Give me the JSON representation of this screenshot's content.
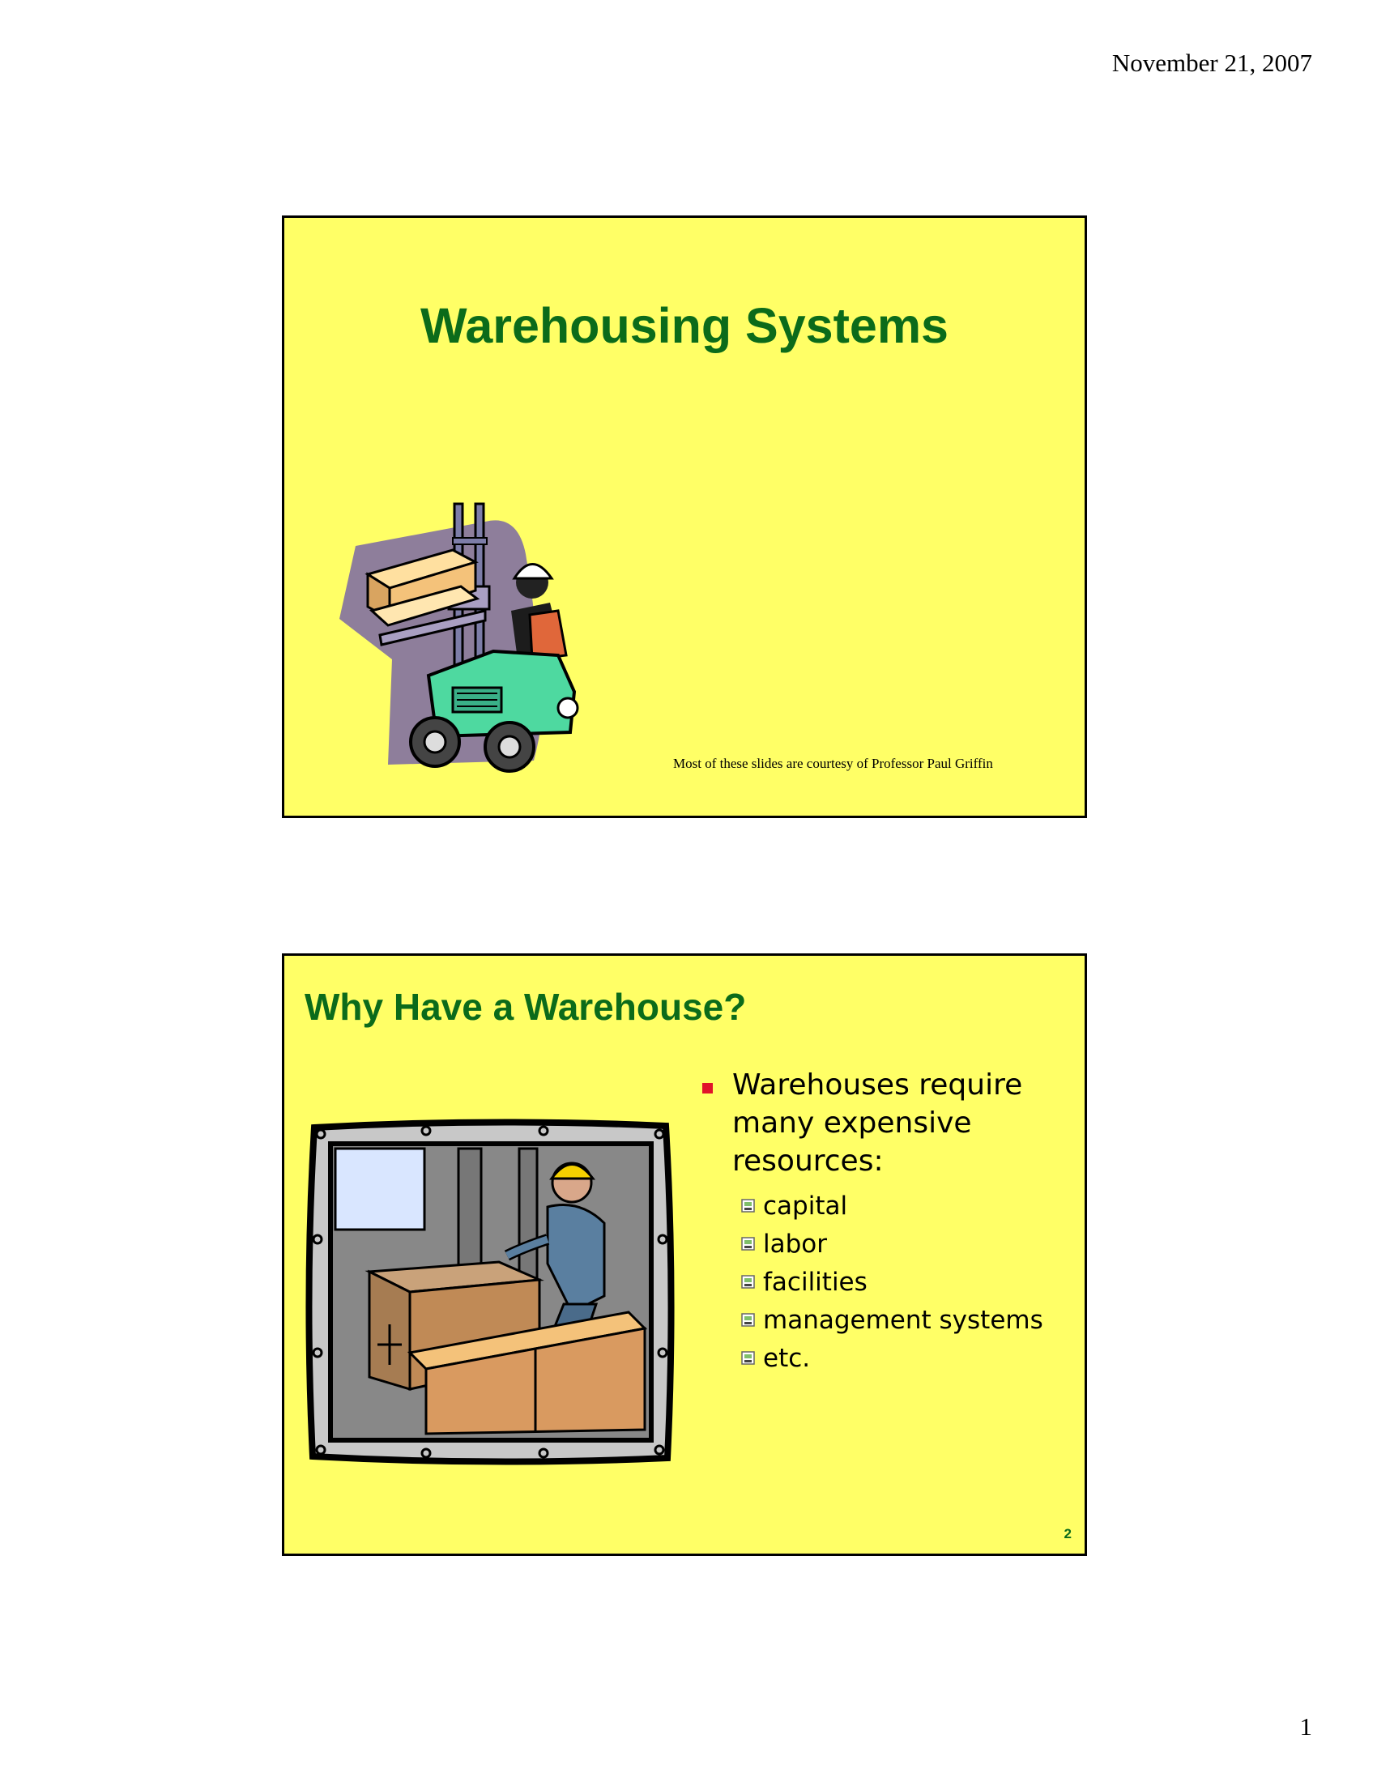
{
  "page": {
    "date": "November 21, 2007",
    "number": "1"
  },
  "slides": [
    {
      "title": "Warehousing Systems",
      "credit": "Most of these slides are courtesy of Professor Paul Griffin",
      "image": "forklift-clipart"
    },
    {
      "title": "Why Have a Warehouse?",
      "image": "warehouse-worker-clipart",
      "bullet": "Warehouses require many expensive resources:",
      "sub_items": [
        "capital",
        "labor",
        "facilities",
        "management systems",
        "etc."
      ],
      "number": "2"
    }
  ],
  "colors": {
    "slide_background": "#ffff66",
    "title": "#0b6b1a",
    "bullet": "#e0142a"
  }
}
